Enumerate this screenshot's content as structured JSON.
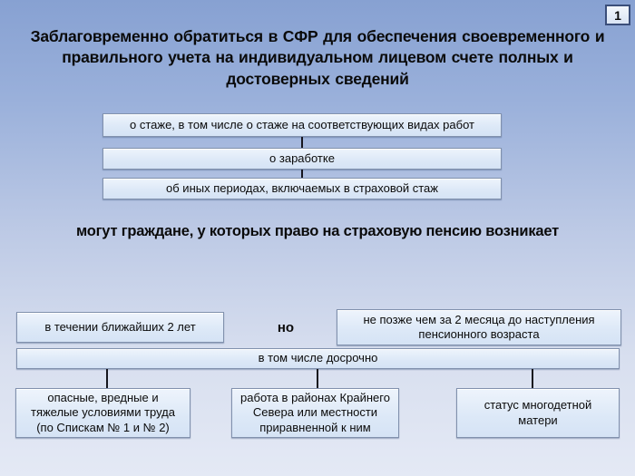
{
  "slide": {
    "page_number": "1",
    "title": "Заблаговременно обратиться в СФР для обеспечения своевременного и правильного учета на индивидуальном лицевом счете полных и достоверных сведений",
    "info_boxes": [
      "о стаже, в том числе о стаже на соответствующих видах работ",
      "о заработке",
      "об иных периодах, включаемых в страховой стаж"
    ],
    "subtitle": "могут граждане, у которых право на страховую пенсию возникает",
    "timing": {
      "left_box": "в течении ближайших 2 лет",
      "connector_word": "но",
      "right_box": "не позже чем за 2 месяца до наступления пенсионного возраста"
    },
    "early_box": "в том числе досрочно",
    "early_cases": [
      "опасные, вредные и тяжелые условиями труда (по Спискам № 1 и № 2)",
      "работа в районах Крайнего Севера или местности приравненной к ним",
      "статус многодетной матери"
    ],
    "colors": {
      "background_top": "#87A1D2",
      "background_bottom": "#E4E9F5",
      "box_fill": "#DCE8F7",
      "box_border": "#8191AD",
      "connector": "#16161E",
      "text": "#0A0A0A"
    }
  }
}
